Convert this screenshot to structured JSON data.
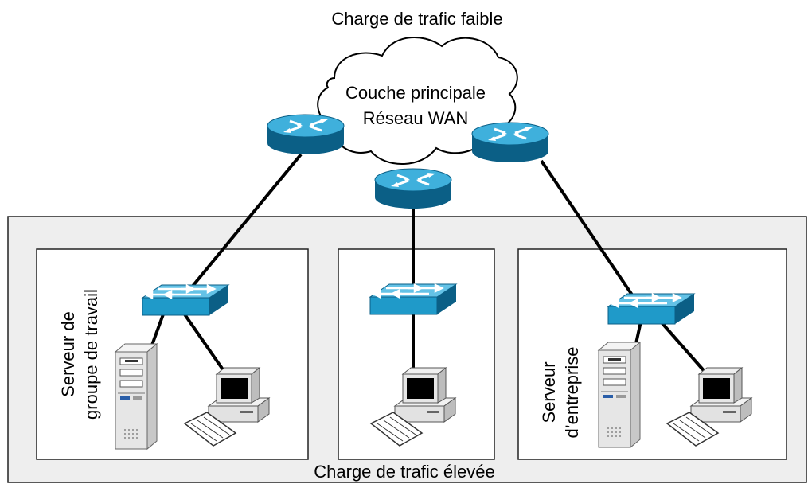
{
  "labels": {
    "top": "Charge de trafic faible",
    "core_line1": "Couche principale",
    "core_line2": "Réseau WAN",
    "bottom": "Charge de trafic élevée",
    "left_server_line1": "Serveur de",
    "left_server_line2": "groupe de travail",
    "right_server_line1": "Serveur",
    "right_server_line2": "d’entreprise"
  },
  "icons": {
    "router": "router-icon",
    "switch": "switch-icon",
    "server": "server-icon",
    "workstation": "workstation-icon",
    "cloud": "cloud-icon"
  },
  "colors": {
    "device_blue": "#1f9ac9",
    "device_dark": "#0b5f86",
    "device_light": "#64c2e6",
    "zone_fill": "#eeeeee",
    "link": "#000000"
  }
}
